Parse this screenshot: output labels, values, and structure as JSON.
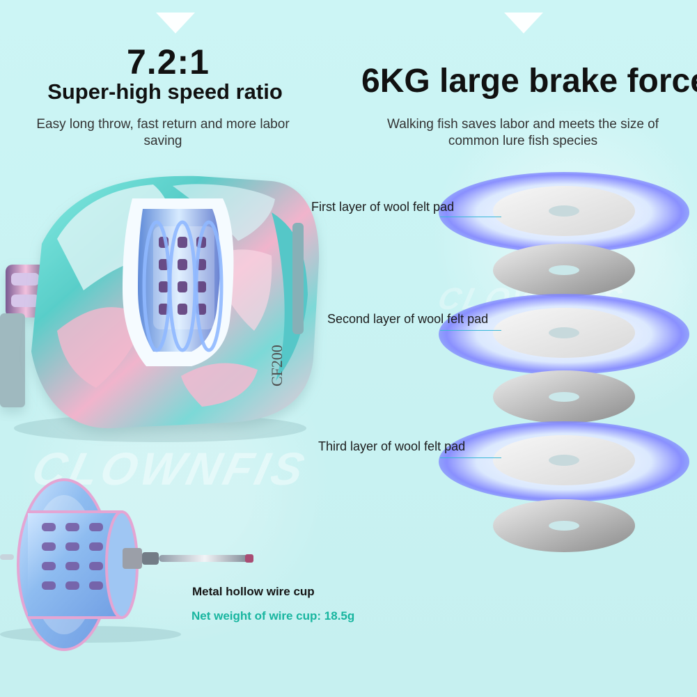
{
  "left_feature": {
    "ratio": "7.2:1",
    "subtitle": "Super-high speed ratio",
    "description": "Easy long throw, fast return and more labor saving"
  },
  "right_feature": {
    "title": "6KG large brake force",
    "description": "Walking fish saves labor and meets the size of common lure fish species"
  },
  "pads": [
    {
      "label": "First layer of wool felt pad"
    },
    {
      "label": "Second layer of wool felt pad"
    },
    {
      "label": "Third layer of wool felt pad"
    }
  ],
  "spool": {
    "title": "Metal hollow wire cup",
    "weight_text": "Net weight of wire cup: 18.5g"
  },
  "brand": {
    "watermark_main": "CLOWNFIS",
    "watermark_side": "CLOWNFIS",
    "reel_mark": "CF200"
  },
  "colors": {
    "background": "#c9f2f2",
    "accent": "#18b59f",
    "glow": "#6f66ff",
    "reel_teal": "#86e3dc",
    "reel_pink": "#f4b9cf"
  },
  "icons": {
    "top_markers": [
      "triangle-marker-icon",
      "triangle-marker-icon"
    ]
  }
}
